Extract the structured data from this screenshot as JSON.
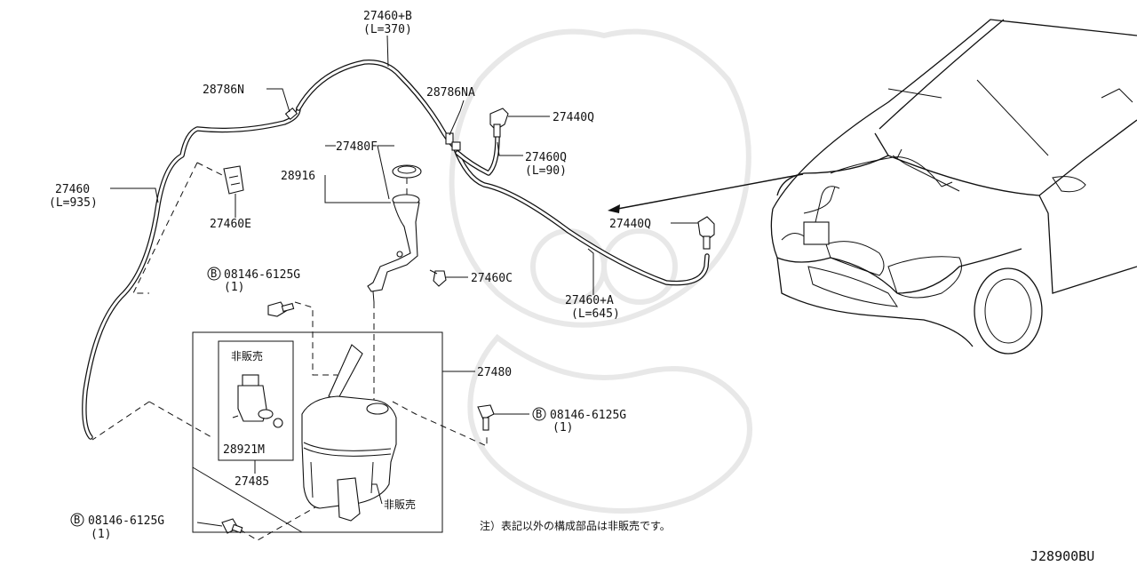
{
  "diagram_id": "J28900BU",
  "labels": {
    "hose_b": "27460+B",
    "hose_b_len": "(L=370)",
    "clip_n": "28786N",
    "clip_na": "28786NA",
    "nozzle_q_top": "27440Q",
    "hose_q": "27460Q",
    "hose_q_len": "(L=90)",
    "cap": "27480F",
    "strainer": "28916",
    "hose_main": "27460",
    "hose_main_len": "(L=935)",
    "clip_e": "27460E",
    "nozzle_q_right": "27440Q",
    "clip_c": "27460C",
    "hose_a": "27460+A",
    "hose_a_len": "(L=645)",
    "bolt_top": "08146-6125G",
    "bolt_top_qty": "(1)",
    "tank_assy": "27480",
    "bolt_right": "08146-6125G",
    "bolt_right_qty": "(1)",
    "not_sold_top": "非販売",
    "pump_grommet": "28921M",
    "pump": "27485",
    "not_sold_tank": "非販売",
    "bolt_bottom": "08146-6125G",
    "bolt_bottom_qty": "(1)",
    "bolt_marker": "B"
  },
  "note": "注）表記以外の構成部品は非販売です。"
}
